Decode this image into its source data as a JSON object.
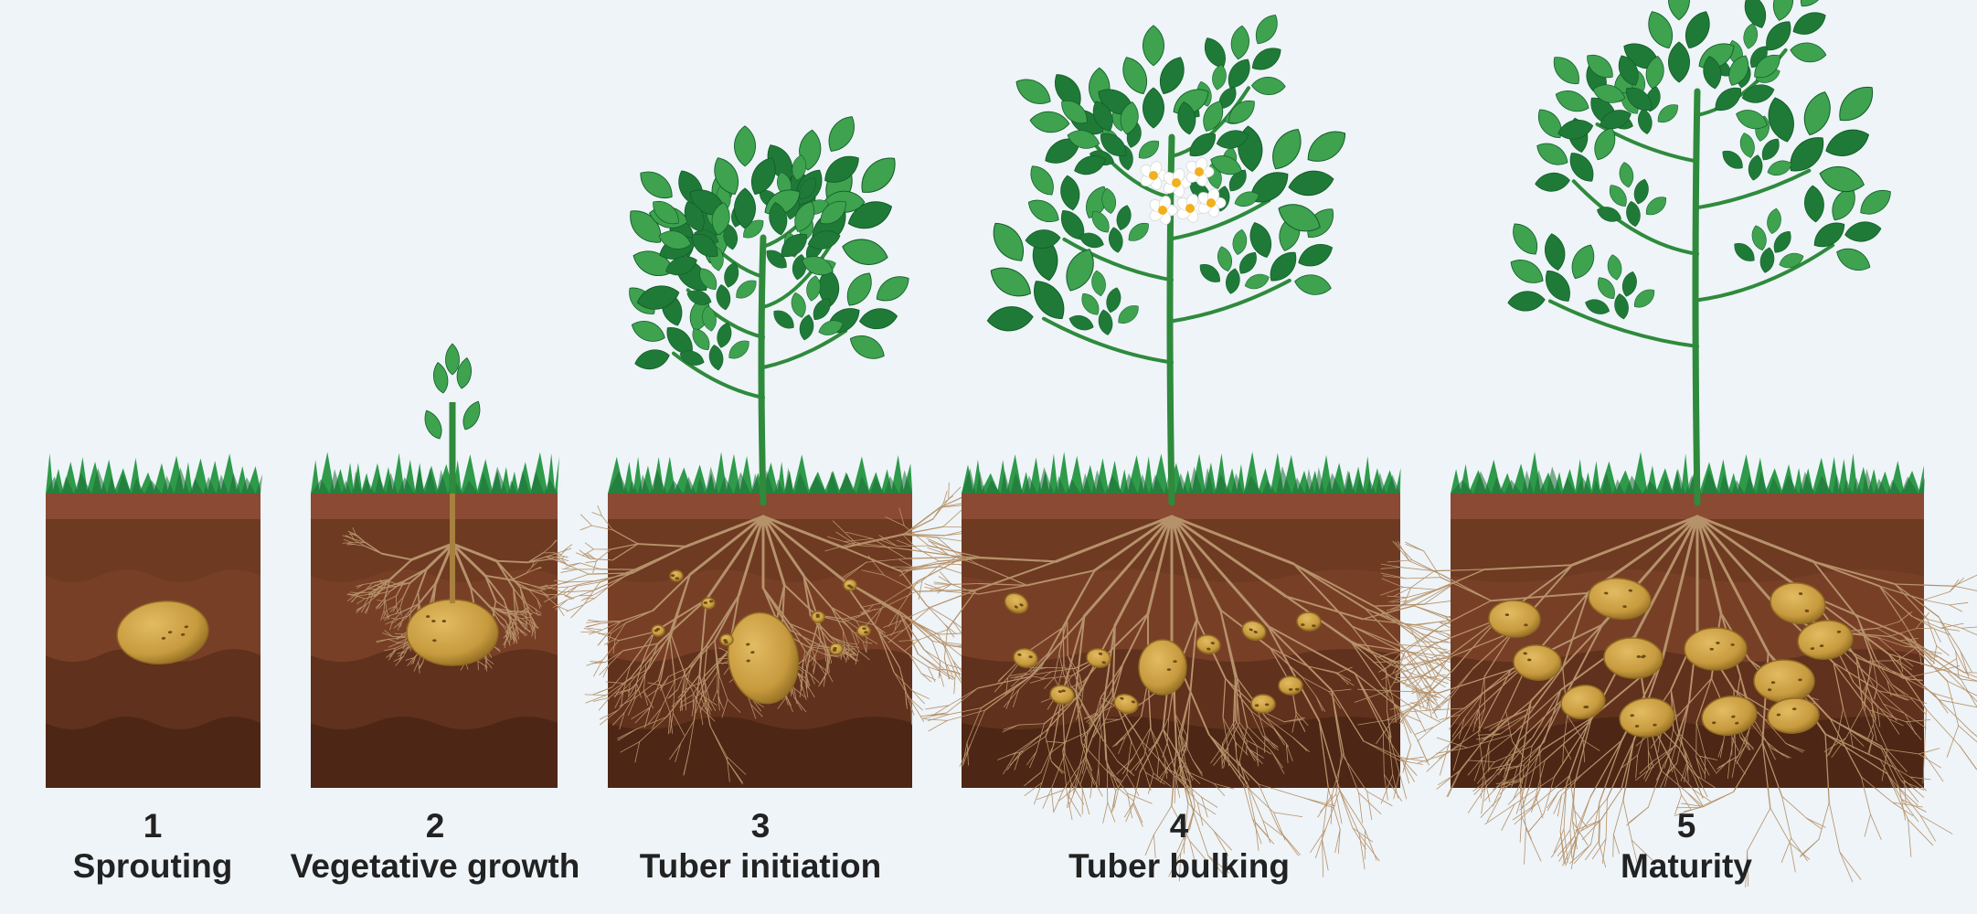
{
  "stages": [
    {
      "number": "1",
      "name": "Sprouting"
    },
    {
      "number": "2",
      "name": "Vegetative growth"
    },
    {
      "number": "3",
      "name": "Tuber initiation"
    },
    {
      "number": "4",
      "name": "Tuber bulking"
    },
    {
      "number": "5",
      "name": "Maturity"
    }
  ],
  "colors": {
    "background": "#eef4f8",
    "grass": "#2e9a4a",
    "grass_dark": "#1d6b34",
    "soil_top": "#8a4a33",
    "soil_mid": "#6e3a22",
    "soil_deep": "#4a2414",
    "tuber": "#c79a3e",
    "tuber_dark": "#8f6a22",
    "stem": "#2f8a3c",
    "leaf": "#1f7a37",
    "leaf_light": "#3ea24f",
    "root": "#b6926a",
    "flower": "#ffffff",
    "flower_center": "#f2b01e"
  }
}
